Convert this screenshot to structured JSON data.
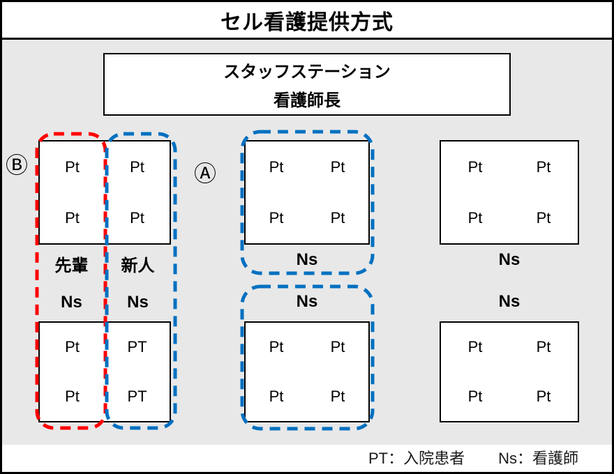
{
  "title": "セル看護提供方式",
  "station": {
    "line1": "スタッフステーション",
    "line2": "看護師長"
  },
  "markers": {
    "b": "Ⓑ",
    "a": "Ⓐ"
  },
  "left_group": {
    "top_box": [
      "Pt",
      "Pt",
      "Pt",
      "Pt"
    ],
    "senior_label": "先輩",
    "newcomer_label": "新人",
    "senior_ns": "Ns",
    "newcomer_ns": "Ns",
    "bottom_box": [
      "Pt",
      "PT",
      "Pt",
      "PT"
    ]
  },
  "middle_group": {
    "top_box": [
      "Pt",
      "Pt",
      "Pt",
      "Pt"
    ],
    "top_ns": "Ns",
    "bottom_ns": "Ns",
    "bottom_box": [
      "Pt",
      "Pt",
      "Pt",
      "Pt"
    ]
  },
  "right_group": {
    "top_box": [
      "Pt",
      "Pt",
      "Pt",
      "Pt"
    ],
    "top_ns": "Ns",
    "bottom_ns": "Ns",
    "bottom_box": [
      "Pt",
      "Pt",
      "Pt",
      "Pt"
    ]
  },
  "legend": {
    "pt": "PT：入院患者",
    "ns": "Ns：看護師"
  },
  "colors": {
    "red": "#ff0000",
    "blue": "#0070c0",
    "background": "#e8e8e8"
  }
}
